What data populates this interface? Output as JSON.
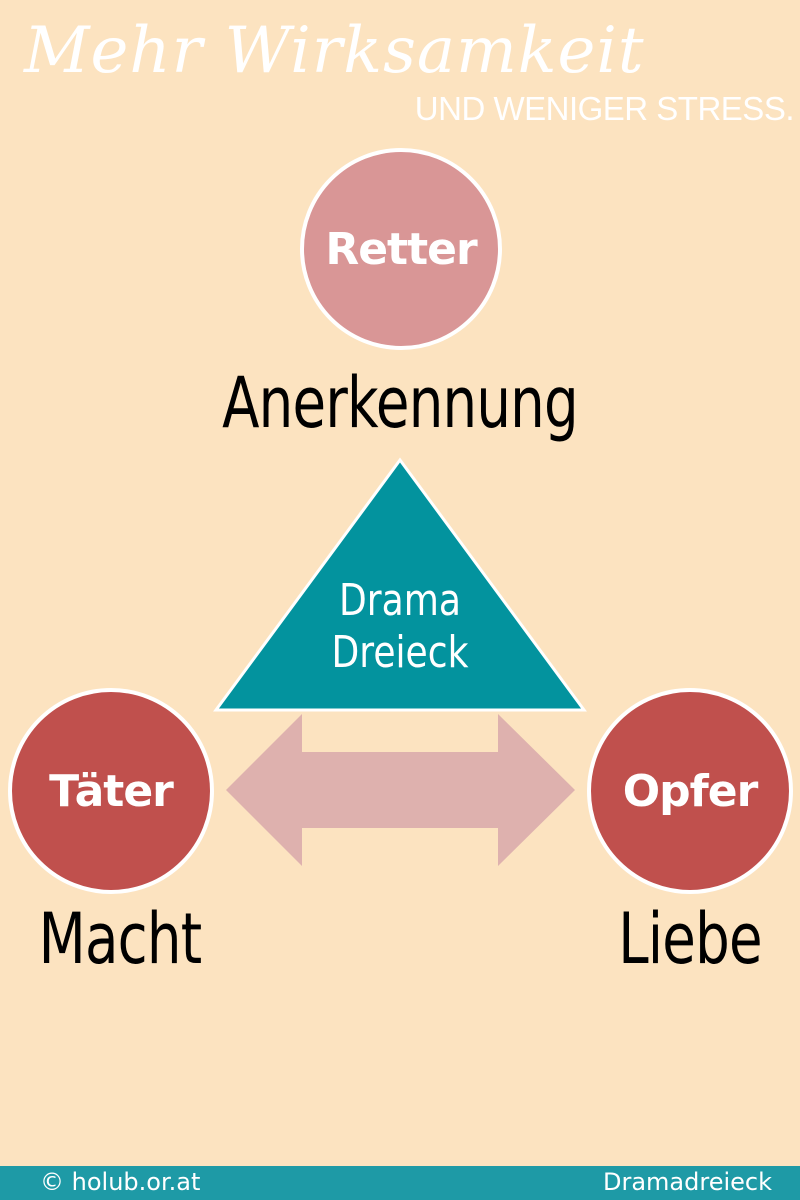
{
  "header": {
    "title": "Mehr Wirksamkeit",
    "subtitle": "UND WENIGER STRESS."
  },
  "roles": {
    "retter": {
      "label": "Retter",
      "need": "Anerkennung"
    },
    "taeter": {
      "label": "Täter",
      "need": "Macht"
    },
    "opfer": {
      "label": "Opfer",
      "need": "Liebe"
    }
  },
  "triangle": {
    "line1": "Drama",
    "line2": "Dreieck"
  },
  "footer": {
    "copyright": "© holub.or.at",
    "topic": "Dramadreieck"
  },
  "colors": {
    "background": "#fce3c0",
    "retter": "#d99696",
    "taeter_opfer": "#c0504d",
    "triangle": "#03939e",
    "arrow": "#deb1ae",
    "footer": "#1e9aa6"
  }
}
